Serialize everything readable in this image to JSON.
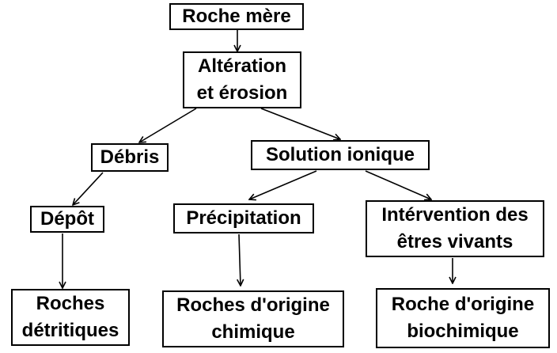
{
  "nodes": {
    "roche_mere": "Roche mère",
    "alteration": "Altération\net érosion",
    "debris": "Débris",
    "solution": "Solution ionique",
    "depot": "Dépôt",
    "precipitation": "Précipitation",
    "intervention": "Intérvention des\nêtres vivants",
    "roches_detritiques": "Roches\ndétritiques",
    "roches_chimique": "Roches d'origine\nchimique",
    "roche_biochimique": "Roche d'origine\nbiochimique"
  },
  "edges": [
    {
      "from": "roche_mere",
      "to": "alteration"
    },
    {
      "from": "alteration",
      "to": "debris"
    },
    {
      "from": "alteration",
      "to": "solution"
    },
    {
      "from": "debris",
      "to": "depot"
    },
    {
      "from": "solution",
      "to": "precipitation"
    },
    {
      "from": "solution",
      "to": "intervention"
    },
    {
      "from": "depot",
      "to": "roches_detritiques"
    },
    {
      "from": "precipitation",
      "to": "roches_chimique"
    },
    {
      "from": "intervention",
      "to": "roche_biochimique"
    }
  ],
  "colors": {
    "line": "#000000",
    "box_border": "#000000",
    "background": "#ffffff"
  }
}
